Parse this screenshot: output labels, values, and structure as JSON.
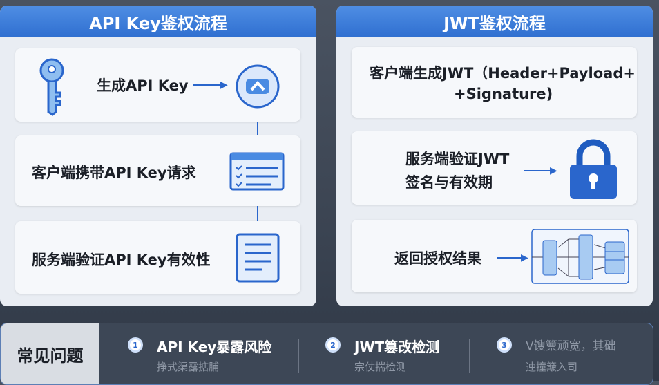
{
  "left_panel": {
    "title": "API Key鉴权流程",
    "steps": [
      {
        "label": "生成API Key",
        "icon": "key-icon"
      },
      {
        "label": "客户端携带API Key请求",
        "icon": "form-list-icon"
      },
      {
        "label": "服务端验证API Key有效性",
        "icon": "document-icon"
      }
    ]
  },
  "right_panel": {
    "title": "JWT鉴权流程",
    "steps": [
      {
        "label_line1": "客户端生成JWT（Header+Payload+",
        "label_line2": "+Signature)"
      },
      {
        "label_line1": "服务端验证JWT",
        "label_line2": "签名与有效期",
        "icon": "lock-icon"
      },
      {
        "label": "返回授权结果",
        "icon": "network-diagram-icon"
      }
    ]
  },
  "faq": {
    "label": "常见问题",
    "items": [
      {
        "num": "1",
        "title": "API Key暴露风险",
        "subtitle": "挣式渠露掂脯"
      },
      {
        "num": "2",
        "title": "JWT篡改检测",
        "subtitle": "宗仗揣检测"
      },
      {
        "num": "3",
        "title": "V馊篻顽宽，其础",
        "subtitle": "迚撞簸入司"
      }
    ]
  },
  "colors": {
    "accent": "#2f6fd0",
    "panel": "#e9edf3"
  }
}
